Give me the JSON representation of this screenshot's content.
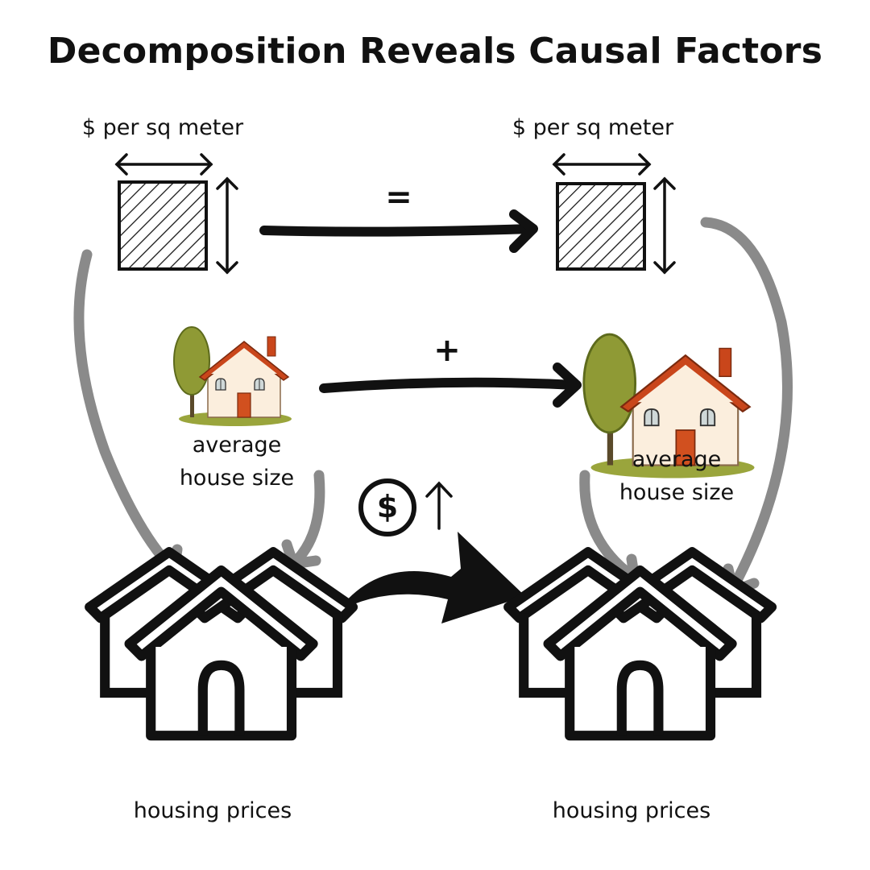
{
  "title": "Decomposition Reveals Causal Factors",
  "left": {
    "price_per_area_label": "$ per sq meter",
    "house_size_label_line1": "average",
    "house_size_label_line2": "house size",
    "housing_prices_label": "housing prices"
  },
  "right": {
    "price_per_area_label": "$ per sq meter",
    "house_size_label_line1": "average",
    "house_size_label_line2": "house size",
    "housing_prices_label": "housing prices"
  },
  "operators": {
    "price_per_area_change": "=",
    "house_size_change": "+"
  },
  "price_indicator": {
    "symbol": "$",
    "direction_icon": "arrow-up-icon"
  },
  "colors": {
    "ink": "#111111",
    "gray_arrow": "#8a8a8a",
    "roof": "#c9461b",
    "wall": "#fbeedd",
    "tree": "#8f9a35",
    "grass": "#9aa53c"
  }
}
